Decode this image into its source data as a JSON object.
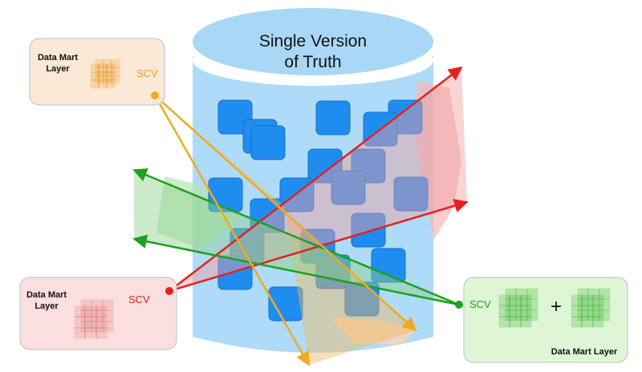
{
  "title": {
    "line1": "Single Version",
    "line2": "of Truth"
  },
  "panels": {
    "top_left": {
      "label_line1": "Data Mart",
      "label_line2": "Layer",
      "scv": "SCV",
      "accent": "#f0a020",
      "fill": "#fce8d6"
    },
    "bottom_left": {
      "label_line1": "Data Mart",
      "label_line2": "Layer",
      "scv": "SCV",
      "accent": "#e02020",
      "fill": "#fbdede"
    },
    "bottom_right": {
      "label": "Data Mart Layer",
      "scv": "SCV",
      "plus": "+",
      "accent": "#22a022",
      "fill": "#def6d6"
    }
  },
  "colors": {
    "cylinder_top": "#a9d8f6",
    "cylinder_body": "#aedbf7",
    "tile": "#1f8df0",
    "red_arrow": "#e62020",
    "green_arrow": "#1fa01f",
    "orange_arrow": "#f0aa20"
  }
}
